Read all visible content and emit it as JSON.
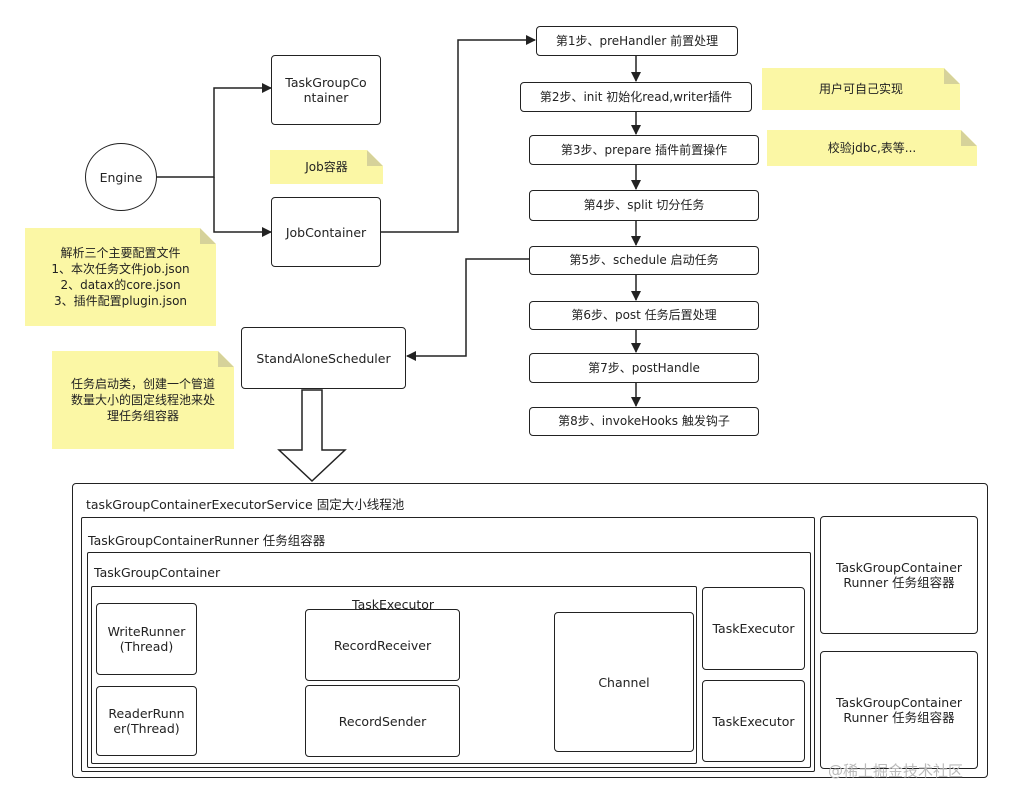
{
  "engine": "Engine",
  "task_group_container": "TaskGroupCo\nntainer",
  "job_container": "JobContainer",
  "job_container_note": "Job容器",
  "config_note": "解析三个主要配置文件\n1、本次任务文件job.json\n2、datax的core.json\n3、插件配置plugin.json",
  "scheduler": "StandAloneScheduler",
  "scheduler_note": "任务启动类，创建一个管道\n数量大小的固定线程池来处\n理任务组容器",
  "steps": [
    "第1步、preHandler 前置处理",
    "第2步、init 初始化read,writer插件",
    "第3步、prepare 插件前置操作",
    "第4步、split 切分任务",
    "第5步、schedule 启动任务",
    "第6步、post 任务后置处理",
    "第7步、postHandle",
    "第8步、invokeHooks 触发钩子"
  ],
  "step2_note": "用户可自己实现",
  "step3_note": "校验jdbc,表等...",
  "executor_service": "taskGroupContainerExecutorService 固定大小线程池",
  "runner": "TaskGroupContainerRunner 任务组容器",
  "container": "TaskGroupContainer",
  "task_executor": "TaskExecutor",
  "write_runner": "WriteRunner\n(Thread)",
  "reader_runner": "ReaderRunn\ner(Thread)",
  "record_receiver": "RecordReceiver",
  "record_sender": "RecordSender",
  "channel": "Channel",
  "task_executor_1": "TaskExecutor",
  "task_executor_2": "TaskExecutor",
  "runner_right_1": "TaskGroupContainer\nRunner 任务组容器",
  "runner_right_2": "TaskGroupContainer\nRunner 任务组容器",
  "watermark": "@稀土掘金技术社区"
}
